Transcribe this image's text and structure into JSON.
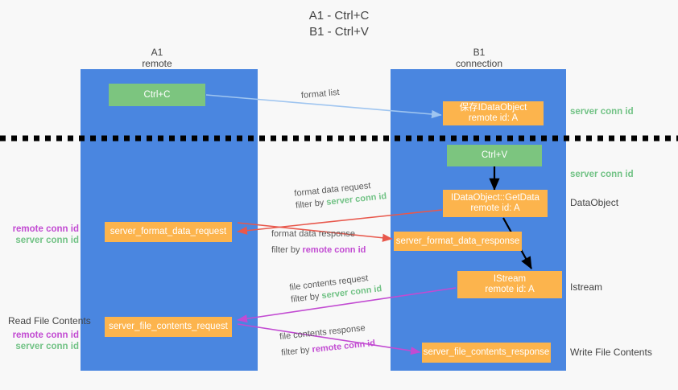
{
  "title": {
    "line1": "A1 - Ctrl+C",
    "line2": "B1 - Ctrl+V"
  },
  "lanes": [
    {
      "name": "A1",
      "sub": "remote"
    },
    {
      "name": "B1",
      "sub": "connection"
    }
  ],
  "colors": {
    "lane": "#4a86e0",
    "green_box": "#7cc57f",
    "orange_box": "#fcb44d",
    "server_conn_text": "#71c285",
    "remote_conn_text": "#c24bd2",
    "arrow_format_list": "#9fc5f0",
    "arrow_format_data": "#e8584c",
    "arrow_file_contents": "#c24bd2",
    "arrow_black": "#000000",
    "background": "#f8f8f8",
    "divider": "#000000"
  },
  "nodes": {
    "ctrl_c": "Ctrl+C",
    "ctrl_v": "Ctrl+V",
    "save_idataobject_l1": "保存IDataObject",
    "save_idataobject_l2": "remote id: A",
    "getdata_l1": "IDataObject::GetData",
    "getdata_l2": "remote id: A",
    "istream_l1": "IStream",
    "istream_l2": "remote id: A",
    "server_format_data_request": "server_format_data_request",
    "server_format_data_response": "server_format_data_response",
    "server_file_contents_request": "server_file_contents_request",
    "server_file_contents_response": "server_file_contents_response"
  },
  "right_labels": {
    "server_conn_id_1": "server conn id",
    "server_conn_id_2": "server conn id",
    "dataobject": "DataObject",
    "istream": "Istream",
    "write_file_contents": "Write File Contents"
  },
  "left_labels": {
    "remote_conn_id_1": "remote conn id",
    "server_conn_id_1": "server conn id",
    "read_file_contents": "Read File Contents",
    "remote_conn_id_2": "remote conn id",
    "server_conn_id_2": "server conn id"
  },
  "edges": {
    "format_list": "format list",
    "format_data_request": "format data request",
    "format_data_request_filter_prefix": "filter by ",
    "format_data_request_filter_value": "server conn id",
    "format_data_response": "format data response",
    "format_data_response_filter_prefix": "filter by ",
    "format_data_response_filter_value": "remote conn id",
    "file_contents_request": "file contents request",
    "file_contents_request_filter_prefix": "filter by ",
    "file_contents_request_filter_value": "server conn id",
    "file_contents_response": "file contents response",
    "file_contents_response_filter_prefix": "filter by ",
    "file_contents_response_filter_value": "remote conn id"
  }
}
